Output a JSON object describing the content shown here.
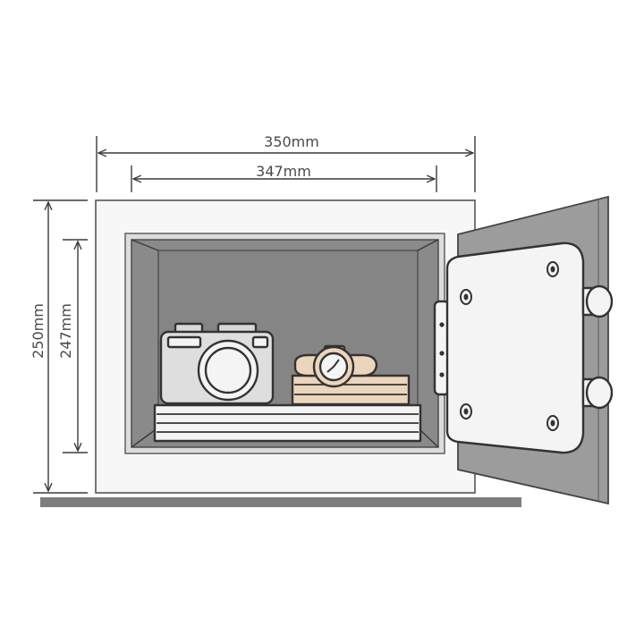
{
  "dimensions": {
    "outer_width": "350mm",
    "inner_width": "347mm",
    "outer_height": "250mm",
    "inner_height": "247mm"
  },
  "colors": {
    "body": "#f7f7f7",
    "interior": "#8c8c8c",
    "interior_back": "#7f7f7f",
    "door": "#9c9c9c",
    "door_panel": "#f4f4f4",
    "floor": "#7e7e7e",
    "wood": "#ecd5bd",
    "outline": "#333333"
  }
}
